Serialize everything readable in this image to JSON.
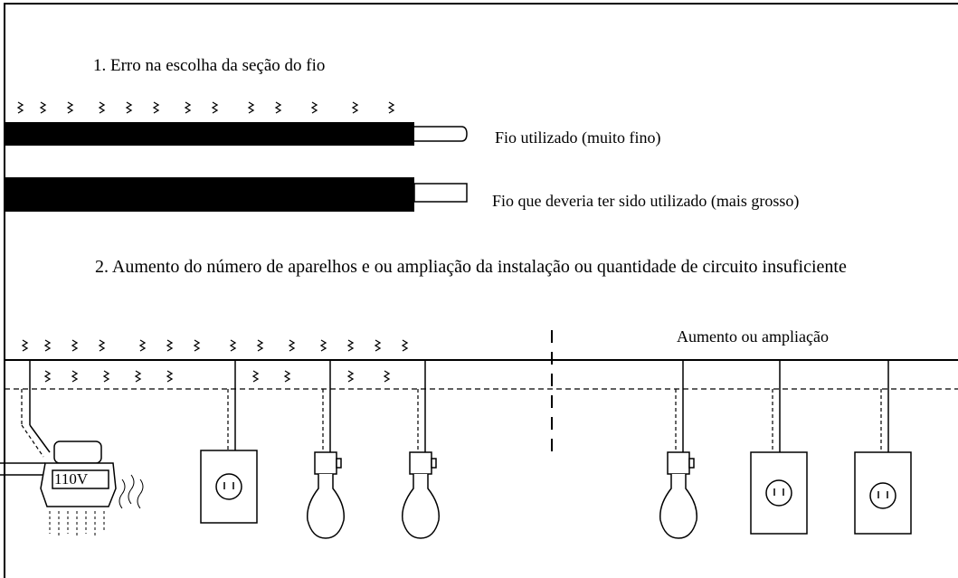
{
  "section1": {
    "title": "1. Erro na escolha da seção do fio",
    "wire_thin_label": "Fio utilizado (muito fino)",
    "wire_thick_label": "Fio que deveria ter sido utilizado (mais grosso)"
  },
  "section2": {
    "title": "2. Aumento do número de aparelhos e ou ampliação da instalação ou quantidade de circuito insuficiente",
    "expansion_label": "Aumento ou ampliação",
    "appliance_voltage": "110V"
  },
  "colors": {
    "ink": "#000000",
    "background": "#ffffff"
  }
}
